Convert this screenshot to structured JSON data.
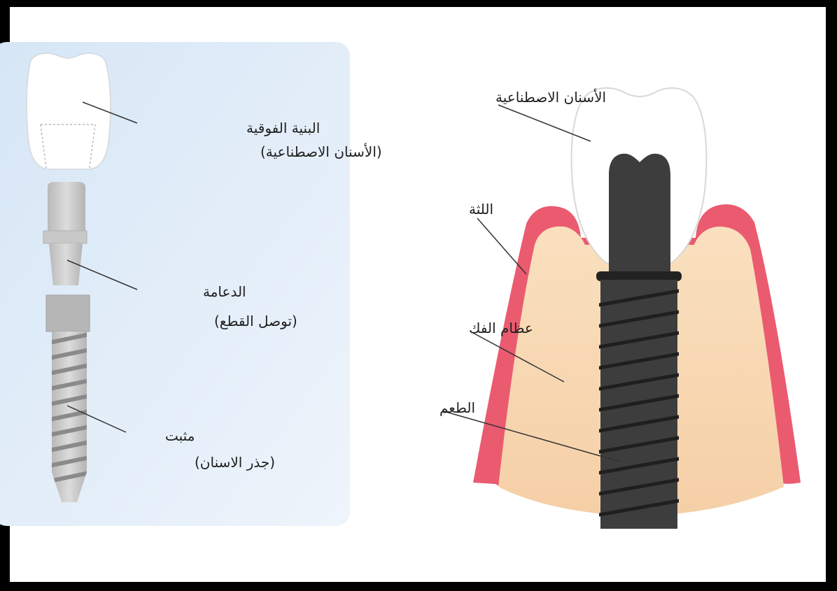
{
  "colors": {
    "border": "#000000",
    "background": "#ffffff",
    "panel": "#e3eef8",
    "gum": "#ea5b70",
    "bone": "#f8d6b0",
    "implant": "#3d3d3d",
    "crown": "#ffffff",
    "parts_gray": "#c9c9c9"
  },
  "left_panel": {
    "crown_label": "البنية الفوقية",
    "crown_sublabel": "(الأسنان الاصطناعية)",
    "abutment_label": "الدعامة",
    "abutment_sublabel": "(توصل القطع)",
    "fixture_label": "مثبت",
    "fixture_sublabel": "(جذر الاسنان)"
  },
  "right_diagram": {
    "crown_label": "الأسنان الاصطناعية",
    "gum_label": "اللثة",
    "bone_label": "عظام الفك",
    "implant_label": "الطعم"
  }
}
